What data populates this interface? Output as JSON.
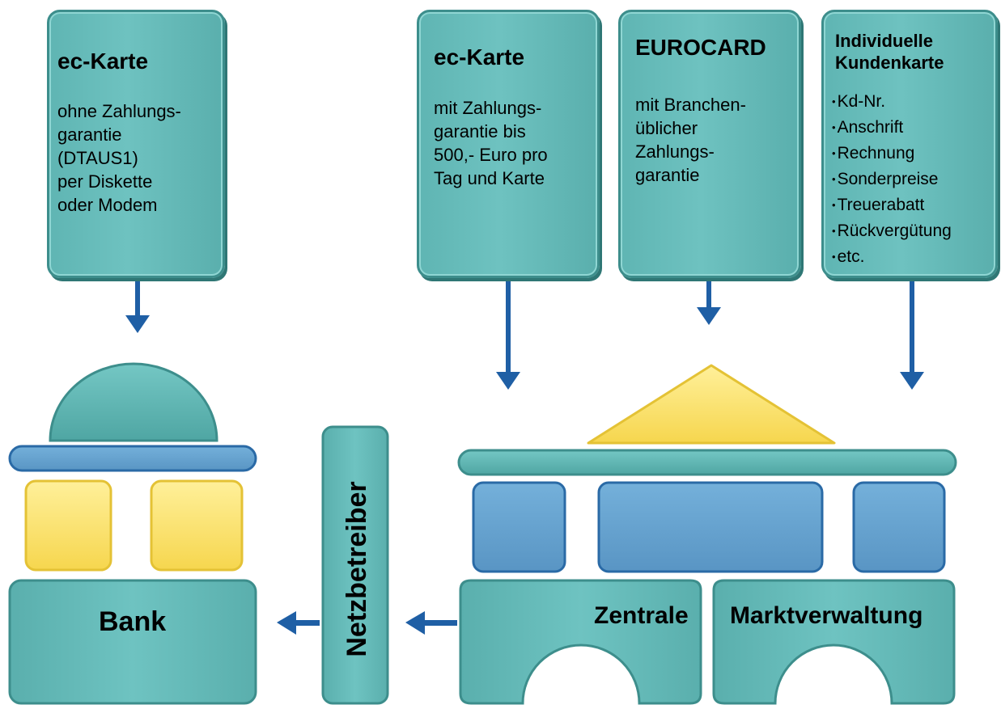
{
  "cards": [
    {
      "title": "ec-Karte",
      "body": "ohne Zahlungs-\ngarantie\n(DTAUS1)\nper Diskette\noder Modem"
    },
    {
      "title": "ec-Karte",
      "body": "mit Zahlungs-\ngarantie bis\n500,- Euro pro\nTag und Karte"
    },
    {
      "title": "EUROCARD",
      "body": "mit Branchen-\nüblicher\nZahlungs-\ngarantie"
    },
    {
      "title": "Individuelle\nKundenkarte",
      "items": [
        "Kd-Nr.",
        "Anschrift",
        "Rechnung",
        "Sonderpreise",
        "Treuerabatt",
        "Rückvergütung",
        "etc."
      ]
    }
  ],
  "blocks": {
    "bank": "Bank",
    "netzbetreiber": "Netzbetreiber",
    "zentrale": "Zentrale",
    "marktverwaltung": "Marktverwaltung"
  },
  "colors": {
    "teal": "#63b8b6",
    "teal_dark": "#3d8e8c",
    "blue": "#5f9fcb",
    "blue_dark": "#2a6aa6",
    "yellow": "#fde36a",
    "yellow_dark": "#e4c235",
    "arrow": "#1f5fa5"
  }
}
